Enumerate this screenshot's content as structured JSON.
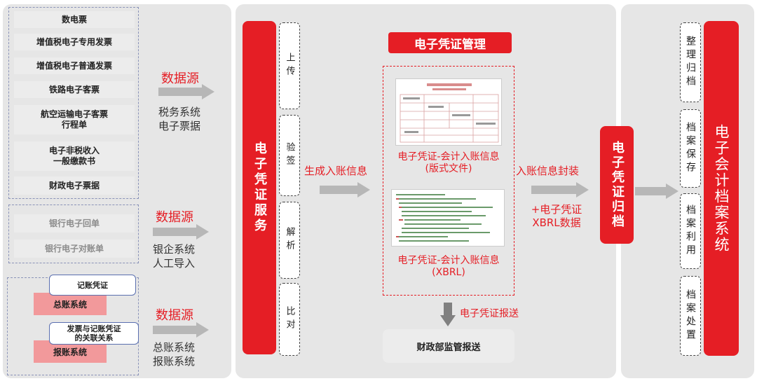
{
  "sources": {
    "tax_items": [
      "数电票",
      "增值税电子专用发票",
      "增值税电子普通发票",
      "铁路电子客票",
      "航空运输电子客票\n行程单",
      "电子非税收入\n一般缴款书",
      "财政电子票据"
    ],
    "bank_items": [
      "银行电子回单",
      "银行电子对账单"
    ],
    "ledger": {
      "voucher": "记账凭证",
      "general": "总账系统",
      "relation": "发票与记账凭证\n的关联关系",
      "expense": "报账系统"
    }
  },
  "datasource": [
    {
      "title": "数据源",
      "desc": "税务系统\n电子票据"
    },
    {
      "title": "数据源",
      "desc": "银企系统\n人工导入"
    },
    {
      "title": "数据源",
      "desc": "总账系统\n报账系统"
    }
  ],
  "service": {
    "title": "电子凭证服务",
    "steps": [
      "上传",
      "验签",
      "解析",
      "比对"
    ]
  },
  "management": {
    "title": "电子凭证管理",
    "doc1_label": "电子凭证-会计入账信息\n(版式文件)",
    "doc2_label": "电子凭证-会计入账信息\n(XBRL)",
    "report_arrow": "电子凭证报送",
    "report_box": "财政部监管报送"
  },
  "generate_label": "生成入账信息",
  "encapsulate_label": "入账信息封装",
  "xbrl_label": "+电子凭证\nXBRL数据",
  "archive": {
    "title": "电子凭证归档"
  },
  "archive_system": {
    "title": "电子会计档案系统",
    "steps": [
      "整理归档",
      "档案保存",
      "档案利用",
      "档案处置"
    ]
  },
  "colors": {
    "accent": "#e51e25",
    "panel": "#e6e6e6",
    "pink": "#f2999b"
  }
}
